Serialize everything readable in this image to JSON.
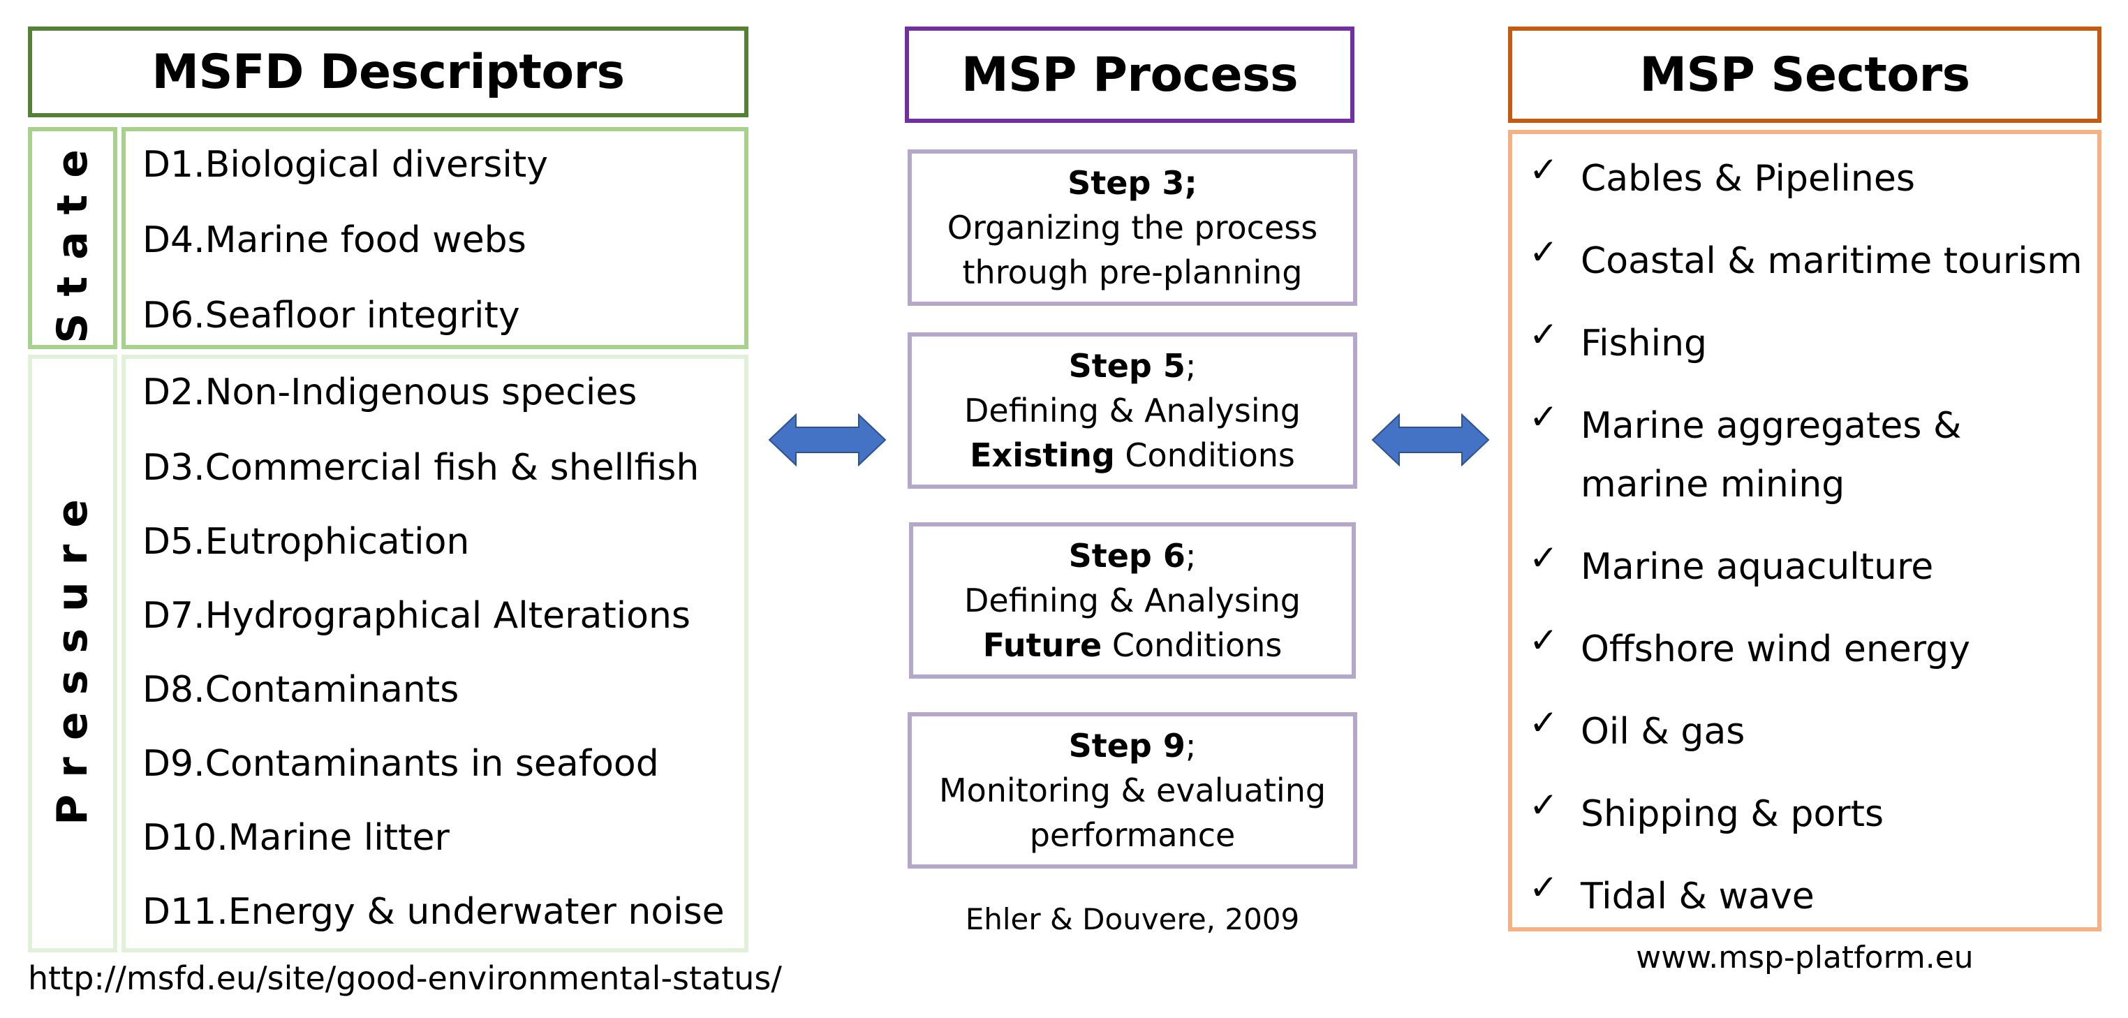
{
  "msfd": {
    "title": "MSFD Descriptors",
    "state_label": "State",
    "pressure_label": "Pressure",
    "state_items": [
      "D1.Biological diversity",
      "D4.Marine food webs",
      "D6.Seafloor integrity"
    ],
    "pressure_items": [
      "D2.Non-Indigenous species",
      "D3.Commercial fish & shellfish",
      "D5.Eutrophication",
      "D7.Hydrographical Alterations",
      "D8.Contaminants",
      "D9.Contaminants in seafood",
      "D10.Marine litter",
      "D11.Energy & underwater noise"
    ],
    "source": "http://msfd.eu/site/good-environmental-status/"
  },
  "process": {
    "title": "MSP Process",
    "steps": [
      {
        "head": "Step 3;",
        "line1": "Organizing the process",
        "line2_bold": "",
        "line2": "through pre-planning"
      },
      {
        "head": "Step 5",
        "line1": "Defining & Analysing",
        "line2_bold": "Existing",
        "line2": " Conditions"
      },
      {
        "head": "Step 6",
        "line1": "Defining & Analysing",
        "line2_bold": "Future",
        "line2": " Conditions"
      },
      {
        "head": "Step 9",
        "line1": "Monitoring & evaluating",
        "line2_bold": "",
        "line2": "performance"
      }
    ],
    "step_suffix": ";",
    "source": "Ehler & Douvere, 2009"
  },
  "sectors": {
    "title": "MSP Sectors",
    "check": "✓",
    "items": [
      "Cables & Pipelines",
      "Coastal & maritime tourism",
      "Fishing",
      "Marine aggregates & marine mining",
      "Marine aquaculture",
      "Offshore wind energy",
      "Oil & gas",
      "Shipping & ports",
      "Tidal & wave"
    ],
    "source": "www.msp-platform.eu"
  },
  "colors": {
    "green_dark": "#548235",
    "green_mid": "#a9d18e",
    "green_light": "#e2efd9",
    "purple": "#7030a0",
    "purple_light": "#b4a7c9",
    "orange": "#c55a11",
    "orange_light": "#f4b183",
    "arrow_blue": "#4472c4"
  }
}
